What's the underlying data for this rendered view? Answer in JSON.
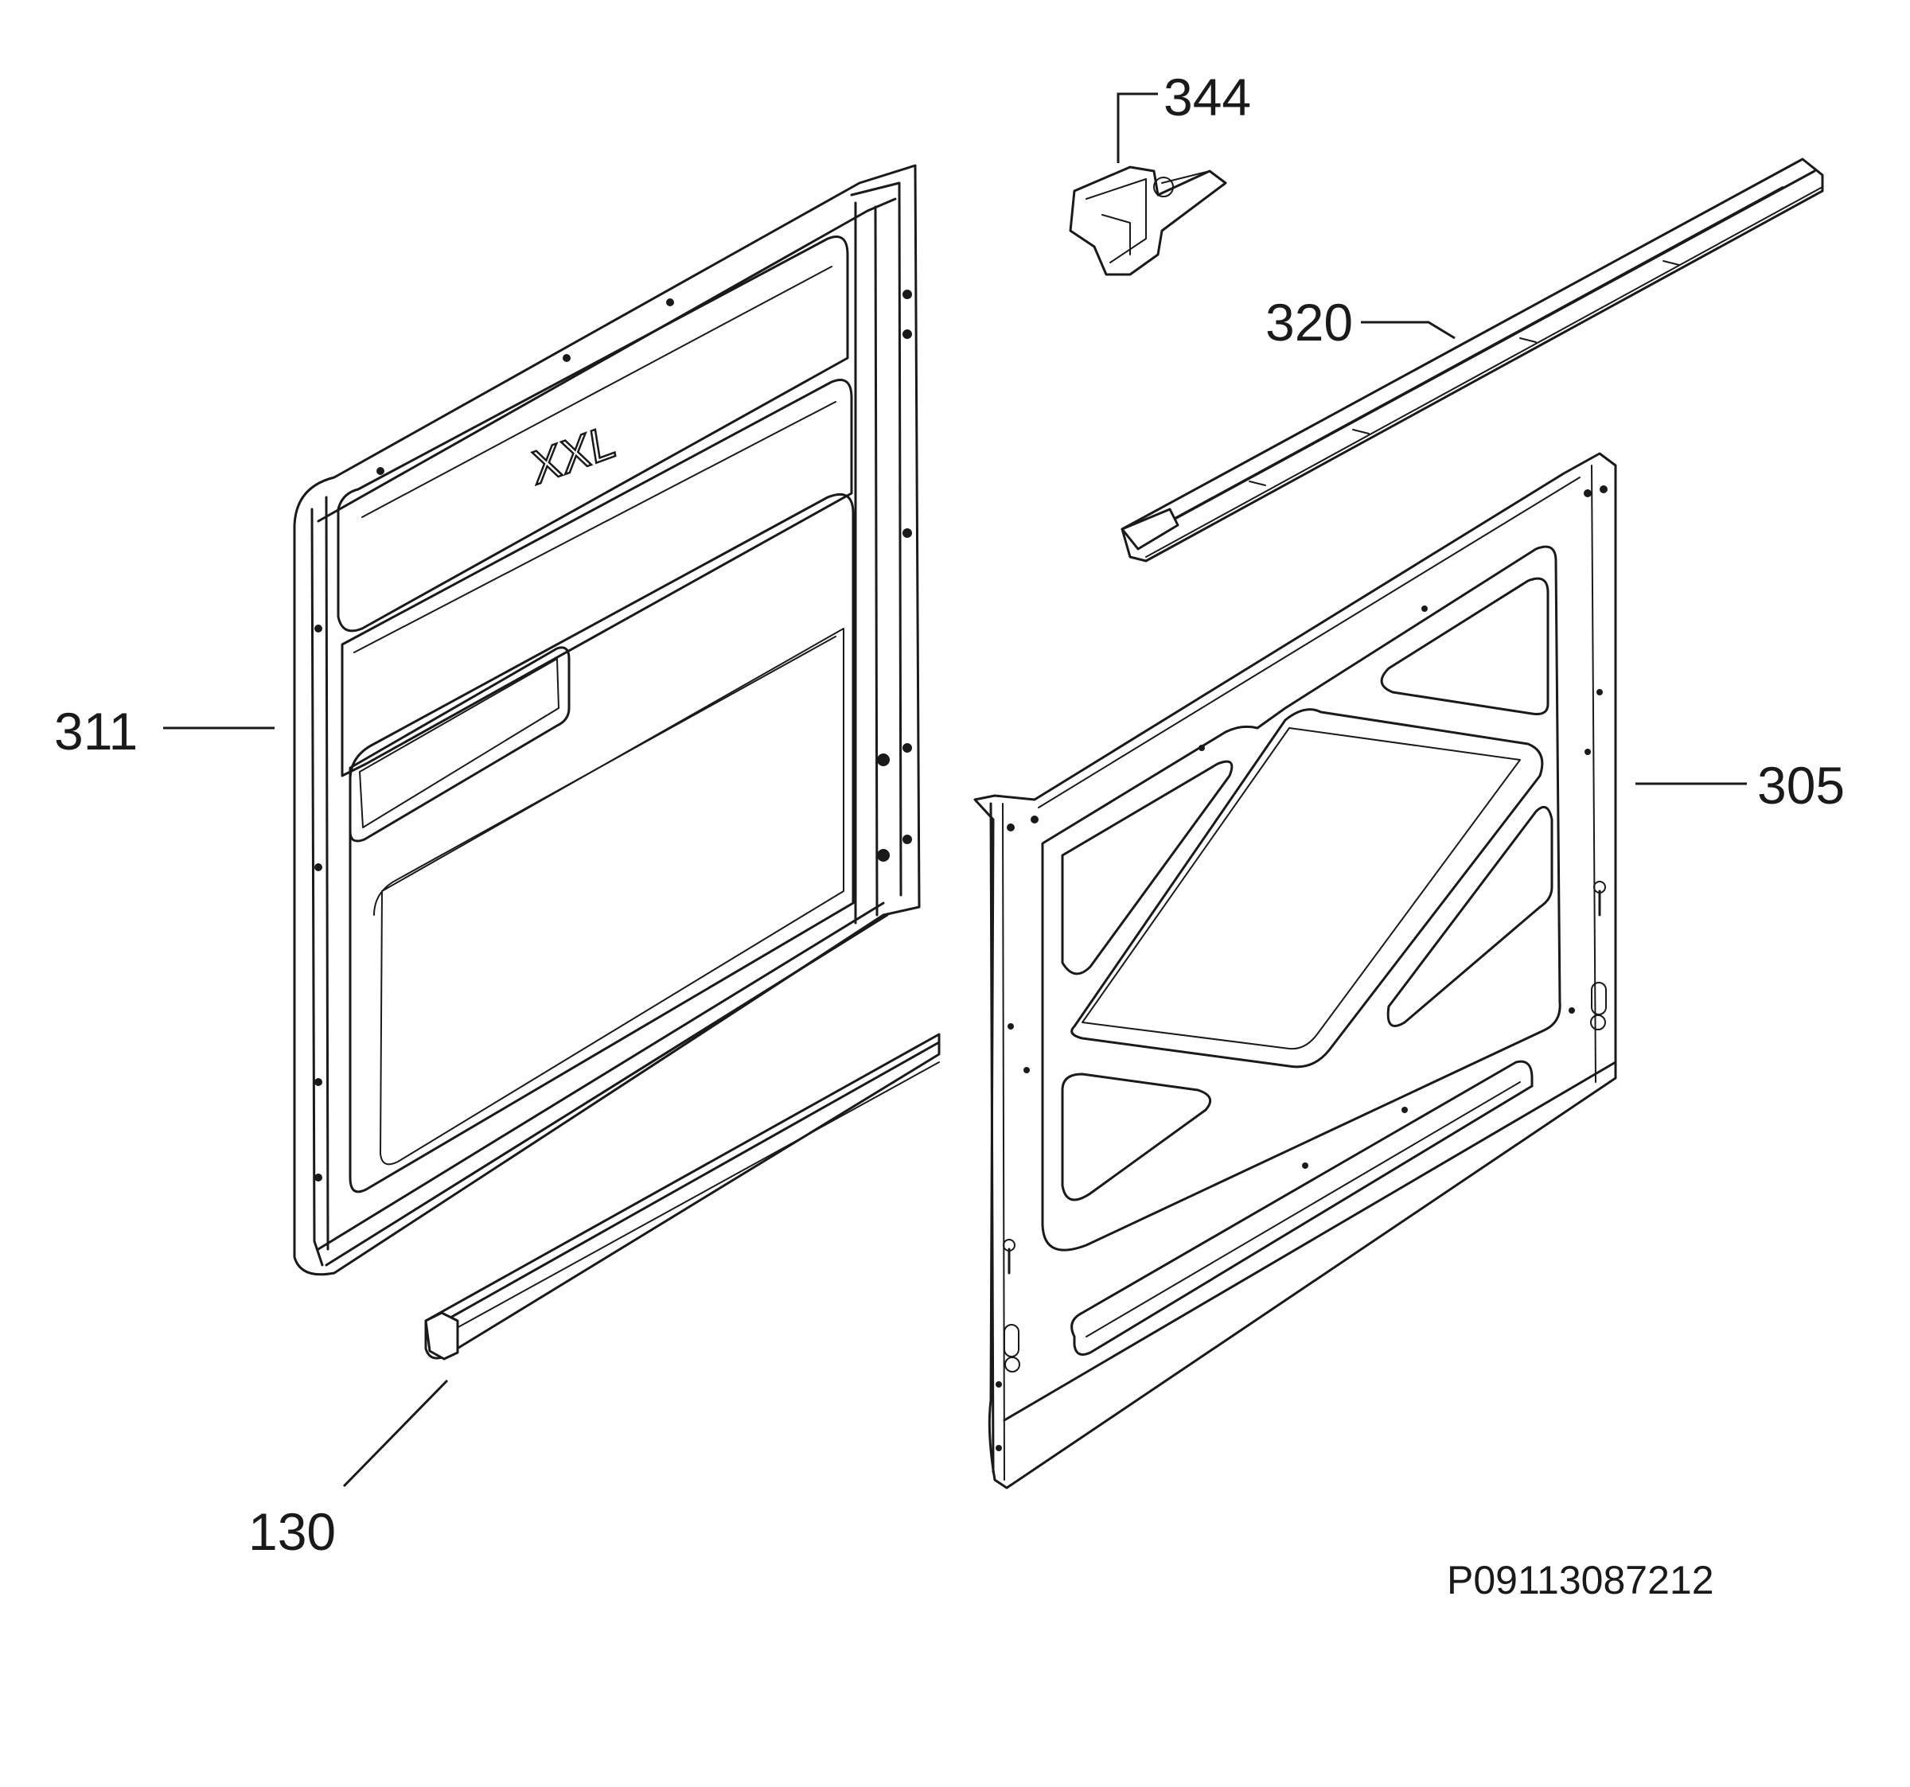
{
  "diagram": {
    "drawing_number": "P09113087212",
    "logo_text": "XXL",
    "parts": [
      {
        "id": "inner-door",
        "number": "311"
      },
      {
        "id": "seal-strip",
        "number": "130"
      },
      {
        "id": "lock",
        "number": "344"
      },
      {
        "id": "top-profile",
        "number": "320"
      },
      {
        "id": "outer-door",
        "number": "305"
      }
    ]
  }
}
